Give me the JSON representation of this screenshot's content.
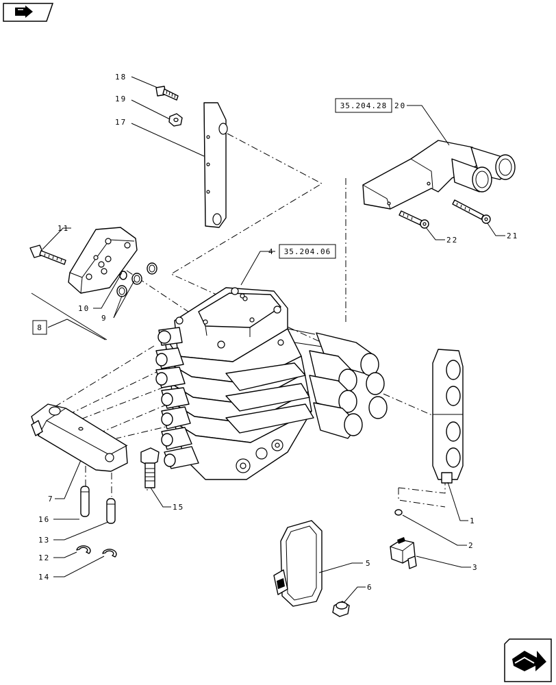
{
  "diagram": {
    "callouts": {
      "c1": "1",
      "c2": "2",
      "c3": "3",
      "c4": "4",
      "c5": "5",
      "c6": "6",
      "c7": "7",
      "c9": "9",
      "c10": "10",
      "c11": "11",
      "c12": "12",
      "c13": "13",
      "c14": "14",
      "c15": "15",
      "c16": "16",
      "c17": "17",
      "c18": "18",
      "c19": "19",
      "c20": "20",
      "c21": "21",
      "c22": "22"
    },
    "reference_boxes": {
      "ref_20": "35.204.28",
      "ref_4": "35.204.06",
      "ref_8": "8"
    }
  },
  "icons": {
    "top_nav": "back-arrow-icon",
    "bottom_nav": "next-page-arrow-icon"
  }
}
